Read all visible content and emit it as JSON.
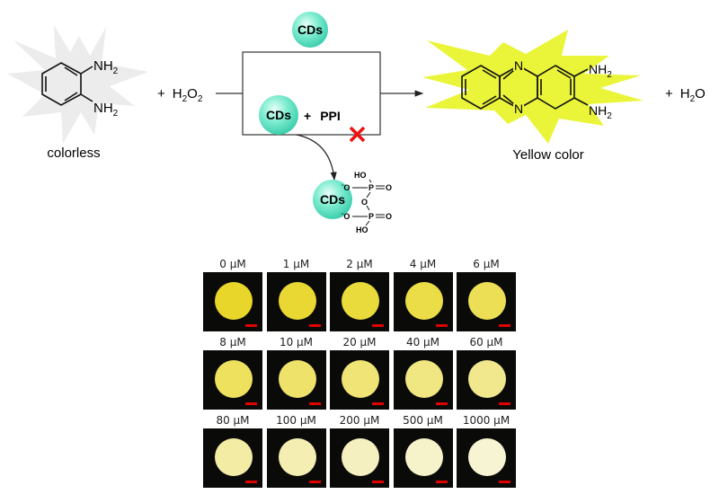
{
  "scheme": {
    "reactant_label": "colorless",
    "reactant_amine_top": "NH",
    "reactant_amine_bottom": "NH",
    "sub2": "2",
    "plus": "+",
    "h2o2_h": "H",
    "h2o2_o": "O",
    "cds": "CDs",
    "ppi": "PPI",
    "product_label": "Yellow color",
    "product_n": "N",
    "water_h": "H",
    "water_o": "O",
    "phosphate": {
      "ho": "HO",
      "o": "O",
      "p": "P",
      "o_minus": "O",
      "minus": "-"
    }
  },
  "colors": {
    "cd_particle": "#5fe0c0",
    "product_star": "#eaf53a",
    "reactant_star": "#ececec",
    "cross": "#ee1111",
    "scale_bar": "#e00000"
  },
  "panels": [
    {
      "label": "0 μM",
      "disc": "#e8d62a"
    },
    {
      "label": "1 μM",
      "disc": "#e9d833"
    },
    {
      "label": "2 μM",
      "disc": "#eadb3c"
    },
    {
      "label": "4 μM",
      "disc": "#ebdd48"
    },
    {
      "label": "6 μM",
      "disc": "#ecdf55"
    },
    {
      "label": "8 μM",
      "disc": "#ede15e"
    },
    {
      "label": "10 μM",
      "disc": "#eee26a"
    },
    {
      "label": "20 μM",
      "disc": "#efe475"
    },
    {
      "label": "40 μM",
      "disc": "#f0e682"
    },
    {
      "label": "60 μM",
      "disc": "#f1e88e"
    },
    {
      "label": "80 μM",
      "disc": "#f3eca4"
    },
    {
      "label": "100 μM",
      "disc": "#f4eeb2"
    },
    {
      "label": "200 μM",
      "disc": "#f5f0bf"
    },
    {
      "label": "500 μM",
      "disc": "#f6f2ca"
    },
    {
      "label": "1000 μM",
      "disc": "#f7f4d4"
    }
  ]
}
